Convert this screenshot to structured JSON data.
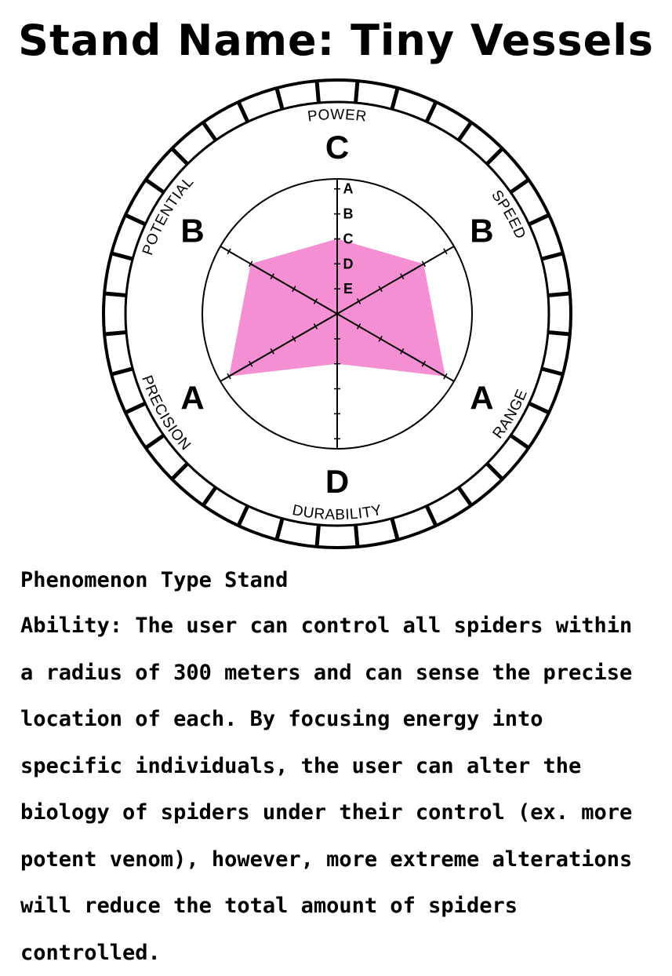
{
  "title": "Stand Name: Tiny Vessels",
  "chart_data": {
    "type": "radar",
    "scale": [
      "A",
      "B",
      "C",
      "D",
      "E"
    ],
    "stats": [
      {
        "name": "POWER",
        "grade": "C"
      },
      {
        "name": "SPEED",
        "grade": "B"
      },
      {
        "name": "RANGE",
        "grade": "A"
      },
      {
        "name": "DURABILITY",
        "grade": "D"
      },
      {
        "name": "PRECISION",
        "grade": "A"
      },
      {
        "name": "POTENTIAL",
        "grade": "B"
      }
    ],
    "fill_color": "#f48fd4"
  },
  "description": {
    "type": "Phenomenon Type Stand",
    "ability": "Ability: The user can control all spiders within a radius of 300 meters and can sense the precise location of each. By focusing energy into specific individuals, the user can alter the biology of spiders under their control (ex. more potent venom), however, more extreme alterations will reduce the total amount of spiders controlled."
  }
}
